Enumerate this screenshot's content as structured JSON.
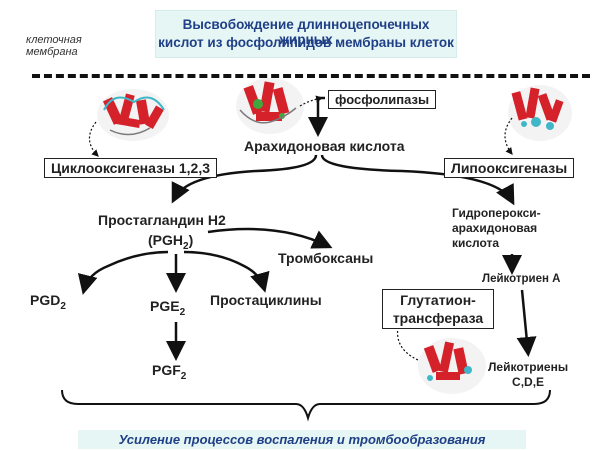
{
  "title": {
    "line1": "Высвобождение длинноцепочечных жирных",
    "line2": "кислот из фосфолипидов мембраны клеток"
  },
  "membrane_label": {
    "line1": "клеточная",
    "line2": "мембрана"
  },
  "nodes": {
    "phospholipases": "фосфолипазы",
    "arachidonic_acid": "Арахидоновая кислота",
    "cyclooxygenases": "Циклооксигеназы 1,2,3",
    "lipoxygenases": "Липооксигеназы",
    "prostaglandin_h2": "Простагландин Н2",
    "pgh2_prefix": "(PGH",
    "pgh2_sub": "2",
    "pgh2_suffix": ")",
    "thromboxanes": "Тромбоксаны",
    "pgd_base": "PGD",
    "pgd_sub": "2",
    "pge_base": "PGE",
    "pge_sub": "2",
    "prostacyclins": "Простациклины",
    "pgf_base": "PGF",
    "pgf_sub": "2",
    "hydroperoxy_1": "Гидроперокси-",
    "hydroperoxy_2": "арахидоновая",
    "hydroperoxy_3": "кислота",
    "leukotriene_a": "Лейкотриен А",
    "glutathione_1": "Глутатион-",
    "glutathione_2": "трансфераза",
    "leukotrienes_1": "Лейкотриены",
    "leukotrienes_2": "C,D,E"
  },
  "footer": "Усиление процессов воспаления и тромбообразования",
  "colors": {
    "title_bg": "#e6f6f5",
    "title_text": "#1f3f86",
    "protein_red": "#d4212a",
    "protein_cyan": "#3fb7c7"
  }
}
